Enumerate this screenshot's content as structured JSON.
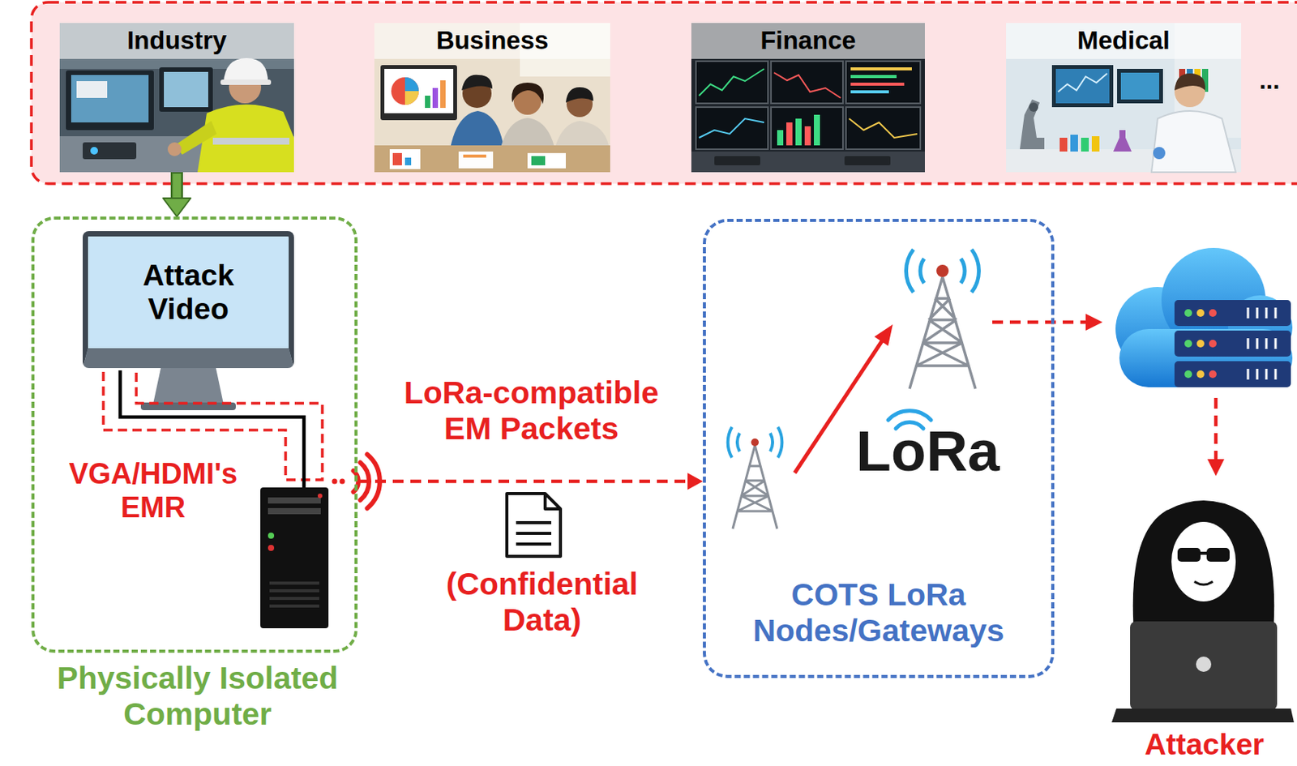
{
  "diagram": {
    "nodes": [
      {
        "text": [
          "Industry"
        ]
      },
      {
        "text": [
          "Business"
        ]
      },
      {
        "text": [
          "Finance"
        ]
      },
      {
        "text": [
          "Medical"
        ]
      },
      {
        "text": [
          "Physically Isolated Computer"
        ]
      },
      {
        "text": [
          "Attack Video"
        ],
        "in": 4
      },
      {
        "text": [
          "COTS LoRa Nodes/Gateways"
        ]
      },
      {
        "text": [
          "Attacker"
        ]
      }
    ],
    "edges": [
      {
        "from": 0,
        "to": 4,
        "arrow": "to"
      },
      {
        "from": 4,
        "to": 6,
        "label": "LoRa-compatible EM Packets",
        "arrow": "to"
      }
    ],
    "labels": [
      "...",
      "VGA/HDMI's EMR",
      "(Confidential Data)",
      "LoRa"
    ]
  }
}
